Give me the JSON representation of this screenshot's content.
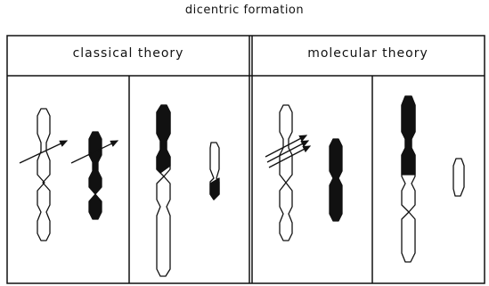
{
  "title": "dicentric formation",
  "headers": {
    "classical": "classical theory",
    "molecular": "molecular theory"
  },
  "colors": {
    "ink": "#111111",
    "background": "#ffffff"
  }
}
